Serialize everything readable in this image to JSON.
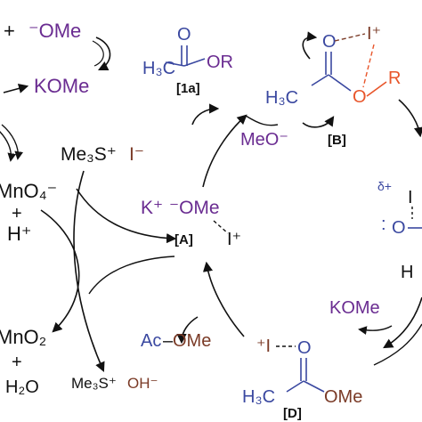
{
  "colors": {
    "black": "#111111",
    "purple": "#6a2c91",
    "blue": "#3a48a0",
    "orange": "#e8552a",
    "brown": "#7a3a26"
  },
  "top_left": {
    "plus": "+",
    "ome": "⁻OMe",
    "kome": "KOMe"
  },
  "left_column": {
    "mno4": "MnO₄⁻",
    "plus": "+",
    "h_plus": "H⁺",
    "mno2": "MnO₂",
    "plus2": "+",
    "h2o": "H₂O"
  },
  "sulfonium": {
    "reagent": "Me₃S⁺",
    "iodide": "I⁻",
    "product": "Me₃S⁺",
    "hydroxide": "OH⁻"
  },
  "center": {
    "k_plus": "K⁺",
    "ome": "⁻OMe",
    "iodine": "I⁺",
    "label": "[A]"
  },
  "compound_1a": {
    "o": "O",
    "h3c": "H₃C",
    "or": "OR",
    "label": "[1a]"
  },
  "intermediate_b": {
    "o_top": "O",
    "iodine": "I⁺",
    "h3c": "H₃C",
    "o_ester": "O",
    "r": "R",
    "label": "[B]"
  },
  "meo": "MeO⁻",
  "right_edge": {
    "delta": "δ+",
    "i": "I",
    "o": "O",
    "h": "H",
    "kome": "KOMe"
  },
  "ac_ome": {
    "ac": "Ac",
    "dash": "–",
    "ome": "OMe"
  },
  "intermediate_d": {
    "iodine": "⁺I",
    "o": "O",
    "h3c": "H₃C",
    "ome": "OMe",
    "label": "[D]"
  }
}
